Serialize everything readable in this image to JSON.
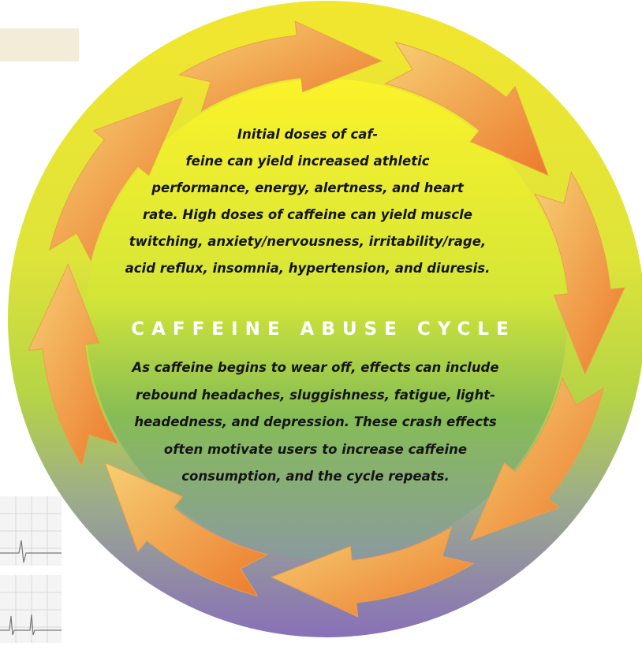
{
  "diagram": {
    "title": "CAFFEINE ABUSE CYCLE",
    "top_text": "Initial doses of caf-\nfeine can yield increased athletic\nperformance, energy, alertness, and heart\nrate. High doses of caffeine can yield muscle\ntwitching, anxiety/nervousness, irritability/rage,\nacid reflux, insomnia, hypertension, and diuresis.",
    "bottom_text": "As caffeine begins to wear off, effects can include\nrebound headaches, sluggishness, fatigue, light-\nheadedness, and depression. These crash effects\noften motivate users to increase caffeine\nconsumption, and the cycle repeats."
  },
  "colors": {
    "outer_ring_top": "#f2e62e",
    "outer_ring_mid": "#c2d840",
    "outer_ring_low": "#9aa890",
    "outer_ring_bottom": "#8870b8",
    "inner_top": "#fbf22a",
    "inner_mid": "#cde23c",
    "inner_low": "#7fb55a",
    "inner_bottom": "#8a9a9e",
    "arrow_light": "#f6cf74",
    "arrow_dark": "#ec7a2c",
    "title": "#ffffff",
    "text": "#141414"
  }
}
